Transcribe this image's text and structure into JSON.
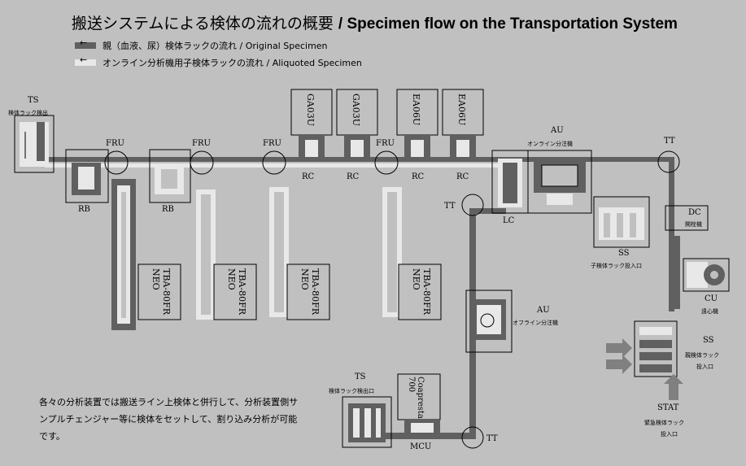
{
  "title": {
    "jp": "搬送システムによる検体の流れの概要",
    "en": "/ Specimen flow on the Transportation System"
  },
  "legend": [
    {
      "text": "親（血液、尿）検体ラックの流れ / Original Specimen",
      "color": "#606060"
    },
    {
      "text": "オンライン分析機用子検体ラックの流れ / Aliquoted Specimen",
      "color": "#e8e8e8"
    }
  ],
  "colors": {
    "original": "#606060",
    "aliquot": "#e8e8e8",
    "background": "#c0c0c0"
  },
  "labels": {
    "ts_top": "TS",
    "ts_top_sub": "検体ラック検出",
    "fru1": "FRU",
    "fru2": "FRU",
    "fru3": "FRU",
    "fru4": "FRU",
    "rb1": "RB",
    "rb2": "RB",
    "rc1": "RC",
    "rc2": "RC",
    "rc3": "RC",
    "rc4": "RC",
    "ga1": "GA03U",
    "ga2": "GA03U",
    "ea1": "EA06U",
    "ea2": "EA06U",
    "tba1": "TBA-80FR NEO",
    "tba2": "TBA-80FR NEO",
    "tba3": "TBA-80FR NEO",
    "tba4": "TBA-80FR NEO",
    "au_online": "AU",
    "au_online_sub": "オンライン分注機",
    "tt_top": "TT",
    "tt_lc": "TT",
    "tt_bottom": "TT",
    "lc": "LC",
    "dc": "DC",
    "dc_sub": "開栓機",
    "ss_mid": "SS",
    "ss_mid_sub": "子検体ラック投入口",
    "cu": "CU",
    "cu_sub": "遠心機",
    "au_offline": "AU",
    "au_offline_sub": "オフライン分注機",
    "ss_low": "SS",
    "ss_low_sub1": "親検体ラック",
    "ss_low_sub2": "投入口",
    "stat": "STAT",
    "stat_sub1": "緊急検体ラック",
    "stat_sub2": "投入口",
    "ts_bottom": "TS",
    "ts_bottom_sub": "検体ラック検出口",
    "coag": "Coapresta 700",
    "mcu": "MCU"
  },
  "note": "各々の分析装置では搬送ライン上検体と併行して、分析装置側サンプルチェンジャー等に検体をセットして、割り込み分析が可能です。"
}
